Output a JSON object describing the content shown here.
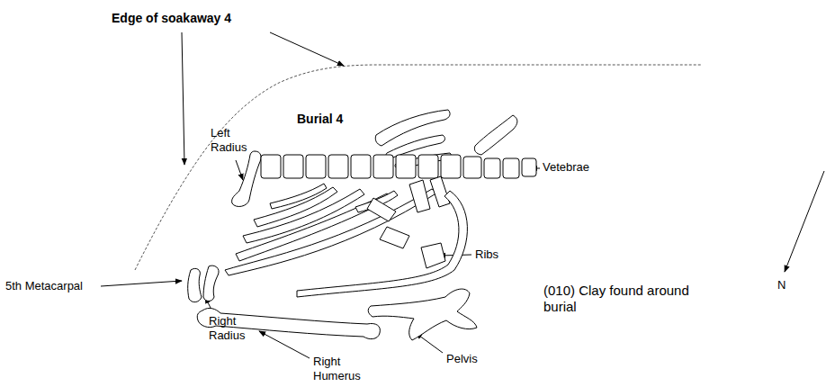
{
  "diagram": {
    "labels": [
      "Edge of soakaway 4",
      "Left Radius",
      "Burial 4",
      "Vetebrae",
      "Ribs",
      "5th Metacarpal",
      "(010) Clay found around burial",
      "Right Radius",
      "Right Humerus",
      "Pelvis",
      "N"
    ]
  }
}
